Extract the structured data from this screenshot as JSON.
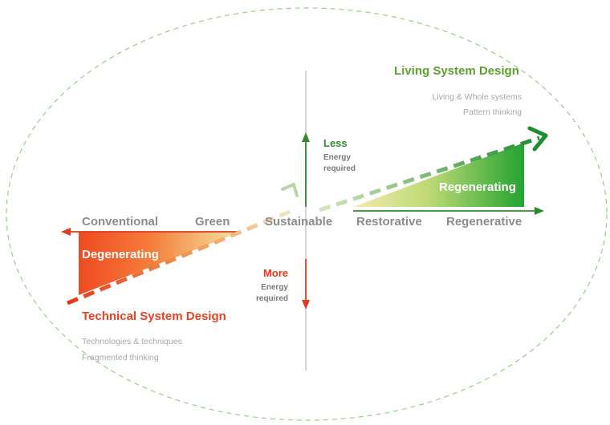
{
  "axis": {
    "conventional": "Conventional",
    "green": "Green",
    "sustainable": "Sustainable",
    "restorative": "Restorative",
    "regenerative": "Regenerative"
  },
  "living": {
    "title": "Living System Design",
    "line1": "Living & Whole systems",
    "line2": "Pattern thinking"
  },
  "technical": {
    "title": "Technical System Design",
    "line1": "Technologies & techniques",
    "line2": "Fragmented thinking"
  },
  "energy_less": {
    "heading": "Less",
    "line1": "Energy",
    "line2": "required"
  },
  "energy_more": {
    "heading": "More",
    "line1": "Energy",
    "line2": "required"
  },
  "bands": {
    "degenerating": "Degenerating",
    "regenerating": "Regenerating"
  },
  "colors": {
    "green": "#2e8b2e",
    "red": "#e03a1e",
    "grey_text": "#8c8c8c",
    "light_grey_text": "#a8a8a8",
    "ellipse": "#9ccc8c"
  }
}
